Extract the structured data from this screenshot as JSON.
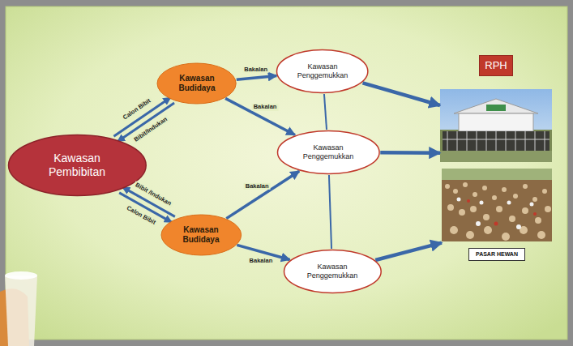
{
  "diagram": {
    "nodes": [
      {
        "text": [
          "Kawasan Pembibitan"
        ]
      },
      {
        "text": [
          "Kawasan Budidaya"
        ]
      },
      {
        "text": [
          "Kawasan Budidaya"
        ]
      },
      {
        "text": [
          "Kawasan Penggemukkan"
        ]
      },
      {
        "text": [
          "Kawasan Penggemukkan"
        ]
      },
      {
        "text": [
          "Kawasan Penggemukkan"
        ]
      },
      {
        "text": [
          "RPH"
        ]
      },
      {
        "text": [
          "PASAR HEWAN"
        ]
      }
    ],
    "edges": [
      {
        "from": 0,
        "to": 1,
        "label": "Calon Bibit",
        "arrow": "to"
      },
      {
        "from": 1,
        "to": 0,
        "label": "Bibit/Indukan",
        "arrow": "to"
      },
      {
        "from": 2,
        "to": 0,
        "label": "Bibit /Indukan",
        "arrow": "to"
      },
      {
        "from": 0,
        "to": 2,
        "label": "Calon Bibit",
        "arrow": "to"
      },
      {
        "from": 1,
        "to": 3,
        "label": "Bakalan",
        "arrow": "to"
      },
      {
        "from": 1,
        "to": 4,
        "label": "Bakalan",
        "arrow": "to"
      },
      {
        "from": 2,
        "to": 4,
        "label": "Bakalan",
        "arrow": "to"
      },
      {
        "from": 2,
        "to": 5,
        "label": "Bakalan",
        "arrow": "to"
      },
      {
        "from": 3,
        "to": 4,
        "arrow": "none"
      },
      {
        "from": 4,
        "to": 5,
        "arrow": "none"
      },
      {
        "from": 3,
        "to": 6,
        "arrow": "to"
      },
      {
        "from": 4,
        "to": 6,
        "arrow": "to"
      },
      {
        "from": 5,
        "to": 7,
        "arrow": "to"
      }
    ]
  }
}
